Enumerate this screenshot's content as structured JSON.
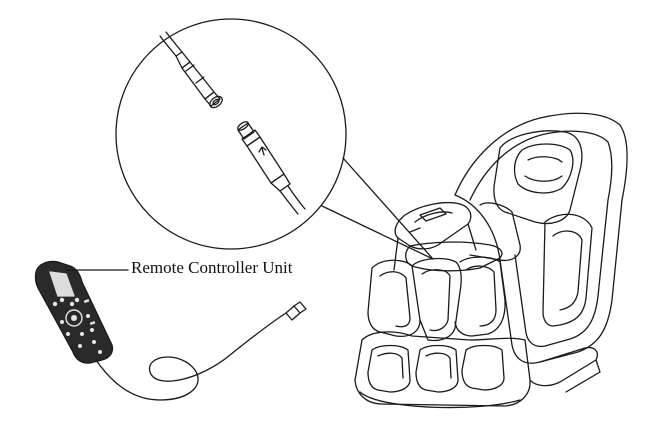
{
  "diagram": {
    "labels": {
      "remote_controller": "Remote Controller Unit"
    },
    "components": {
      "chair": "massage-chair",
      "remote": "remote-controller",
      "connector_female": "female-connector",
      "connector_male": "male-connector",
      "magnifier": "detail-circle"
    },
    "colors": {
      "line": "#1a1a1a",
      "remote_body": "#2a2a2a",
      "remote_screen": "#dcdcdc",
      "background": "#ffffff"
    }
  }
}
